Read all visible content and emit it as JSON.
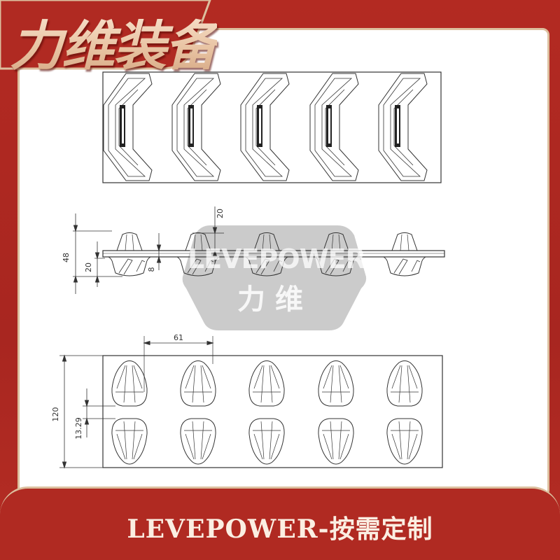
{
  "header": {
    "brand_title": "力维装备"
  },
  "footer": {
    "slogan": "LEVEPOWER-按需定制"
  },
  "watermark": {
    "text_en": "LEVEPOWER",
    "text_cn": "力维"
  },
  "drawing": {
    "cleat_count": 5,
    "side_view_dims": {
      "total_height": "48",
      "lower_height": "20",
      "belt_thickness": "8",
      "top_height": "20"
    },
    "bottom_view_dims": {
      "pitch": "61",
      "width": "120",
      "gap": "13.29"
    }
  },
  "colors": {
    "background": "#b02a22",
    "accent": "#dcbf9e",
    "line": "#333333"
  }
}
